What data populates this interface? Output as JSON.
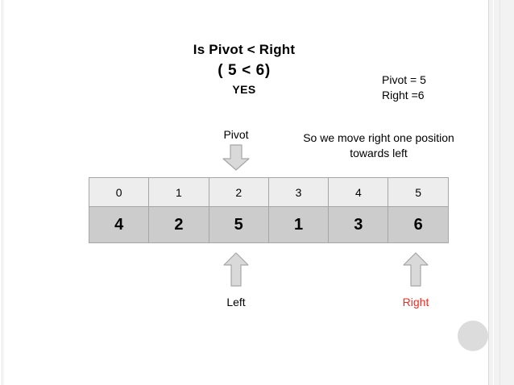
{
  "slide": {
    "headline": {
      "line1": "Is Pivot < Right",
      "line2": "( 5 < 6)",
      "line3": "YES"
    },
    "facts": {
      "pivot": "Pivot = 5",
      "right": "Right =6"
    },
    "note": {
      "line1": "So we move right one position",
      "line2": "towards left"
    },
    "pivot_pointer_label": "Pivot",
    "left_pointer_label": "Left",
    "right_pointer_label": "Right",
    "colors": {
      "right_label": "#ee2b22",
      "index_row_fill": "#ededed",
      "value_row_fill": "#cccccc",
      "cell_border": "#a6a6a6",
      "arrow_fill": "#d9d9d9",
      "arrow_stroke": "#a6a6a6",
      "corner_circle": "#dcdcdc"
    },
    "icons": {
      "pivot_arrow": "arrow-down-icon",
      "left_arrow": "arrow-up-icon",
      "right_arrow": "arrow-up-icon"
    }
  },
  "array_table": {
    "index_header": [
      "0",
      "1",
      "2",
      "3",
      "4",
      "5"
    ],
    "values": [
      "4",
      "2",
      "5",
      "1",
      "3",
      "6"
    ]
  }
}
